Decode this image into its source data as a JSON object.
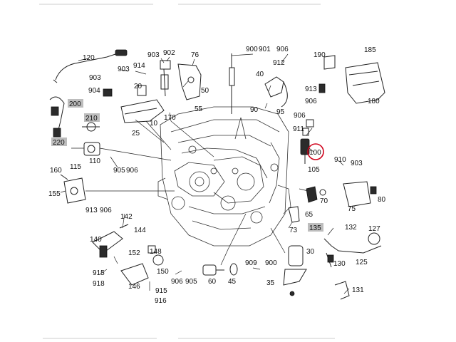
{
  "colors": {
    "background": "#ffffff",
    "highlight_ring": "#d0021b",
    "label_box": "#bdbdbd",
    "ink": "#222222"
  },
  "highlight": "100",
  "labels": {
    "l120": "120",
    "l903a": "903",
    "l902": "902",
    "l76a": "76",
    "l900a": "900",
    "l901": "901",
    "l906a": "906",
    "l185": "185",
    "l190": "190",
    "l903b": "903",
    "l914": "914",
    "l903c": "903",
    "l40": "40",
    "l912": "912",
    "l904": "904",
    "l20": "20",
    "l50": "50",
    "l200": "200",
    "l913a": "913",
    "l906b": "906",
    "l180": "180",
    "l90": "90",
    "l210": "210",
    "l95": "95",
    "l906c": "906",
    "l170": "170",
    "l55": "55",
    "l10": "10",
    "l25": "25",
    "l911": "911",
    "l220": "220",
    "l100": "100",
    "l105": "105",
    "l910": "910",
    "l903d": "903",
    "l115": "115",
    "l110": "110",
    "l905": "905",
    "l906d": "906",
    "l160": "160",
    "l80": "80",
    "l155": "155",
    "l70": "70",
    "l65": "65",
    "l75": "75",
    "l913b": "913",
    "l906e": "906",
    "l142": "142",
    "l73": "73",
    "l135": "135",
    "l132": "132",
    "l127": "127",
    "l144": "144",
    "l140": "140",
    "l152": "152",
    "l148": "148",
    "l30": "30",
    "l125": "125",
    "l909": "909",
    "l900b": "900",
    "l915a": "915",
    "l146": "146",
    "l150": "150",
    "l906f": "906",
    "l905b": "905",
    "l45": "45",
    "l130": "130",
    "l918": "918",
    "l35": "35",
    "l60": "60",
    "l915b": "915",
    "l131": "131",
    "l916": "916"
  }
}
